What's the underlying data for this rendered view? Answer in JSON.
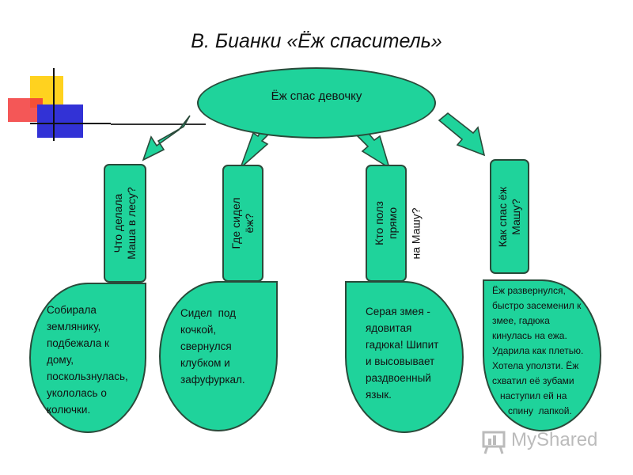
{
  "title": "В. Бианки «Ёж спаситель»",
  "main_node": "Ёж спас девочку",
  "questions": [
    {
      "id": "q1",
      "text": "Что делала\nМаша в лесу?"
    },
    {
      "id": "q2",
      "text": "Где сидел\nёж?"
    },
    {
      "id": "q3a",
      "text": "Кто полз\nпрямо"
    },
    {
      "id": "q3b",
      "text": "на Машу?"
    },
    {
      "id": "q4",
      "text": "Как спас ёж\nМашу?"
    }
  ],
  "answers": [
    {
      "id": "a1",
      "text": "Собирала\nземлянику,\nподбежала к\nдому,\nпоскользнулась,\nуколoлась о\nколючки."
    },
    {
      "id": "a2",
      "text": "Сидел  под\nкочкой,\nсвернулся\nклубком и\nзафуфуркал."
    },
    {
      "id": "a3",
      "text": "Серая змея -\nядовитая\nгадюка! Шипит\nи высовывает\nраздвоенный\nязык."
    },
    {
      "id": "a4",
      "text": "Ёж развернулся,\nбыстро засеменил к\nзмее, гадюка\nкинулась на ежа.\nУдарила как плетью.\nХотела уползти. Ёж\nсхватил её зубами\n   наступил ей на\n      спину  лапкой."
    }
  ],
  "watermark": "MyShared",
  "colors": {
    "node_fill": "#1fd39b",
    "outline": "#2a4a3a",
    "deco_yellow": "#ffd21f",
    "deco_red": "#f23a3a",
    "deco_blue": "#3232d6"
  }
}
